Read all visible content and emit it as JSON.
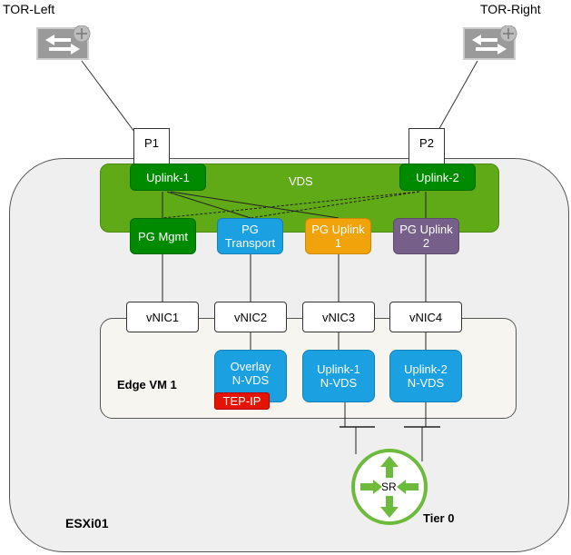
{
  "tor_left": {
    "label": "TOR-Left",
    "icon": "l3-switch-icon"
  },
  "tor_right": {
    "label": "TOR-Right",
    "icon": "l3-switch-icon"
  },
  "host": {
    "label": "ESXi01"
  },
  "ports": [
    "P1",
    "P2"
  ],
  "vds": {
    "label": "VDS",
    "uplinks": [
      "Uplink-1",
      "Uplink-2"
    ],
    "portgroups": [
      {
        "line1": "PG Mgmt",
        "line2": "",
        "color": "#008a00"
      },
      {
        "line1": "PG",
        "line2": "Transport",
        "color": "#1ba1e2"
      },
      {
        "line1": "PG Uplink",
        "line2": "1",
        "color": "#f0a30a"
      },
      {
        "line1": "PG Uplink",
        "line2": "2",
        "color": "#76608a"
      }
    ],
    "color": "#60a917"
  },
  "vnics": [
    "vNIC1",
    "vNIC2",
    "vNIC3",
    "vNIC4"
  ],
  "edge_vm": {
    "label": "Edge VM 1",
    "nvds": [
      {
        "line1": "Overlay",
        "line2": "N-VDS"
      },
      {
        "line1": "Uplink-1",
        "line2": "N-VDS"
      },
      {
        "line1": "Uplink-2",
        "line2": "N-VDS"
      }
    ],
    "tep_badge": "TEP-IP",
    "tep_color": "#e51400",
    "nvds_color": "#1ba1e2"
  },
  "router": {
    "label": "SR",
    "tier_label": "Tier 0",
    "color": "#6cbb3c"
  }
}
